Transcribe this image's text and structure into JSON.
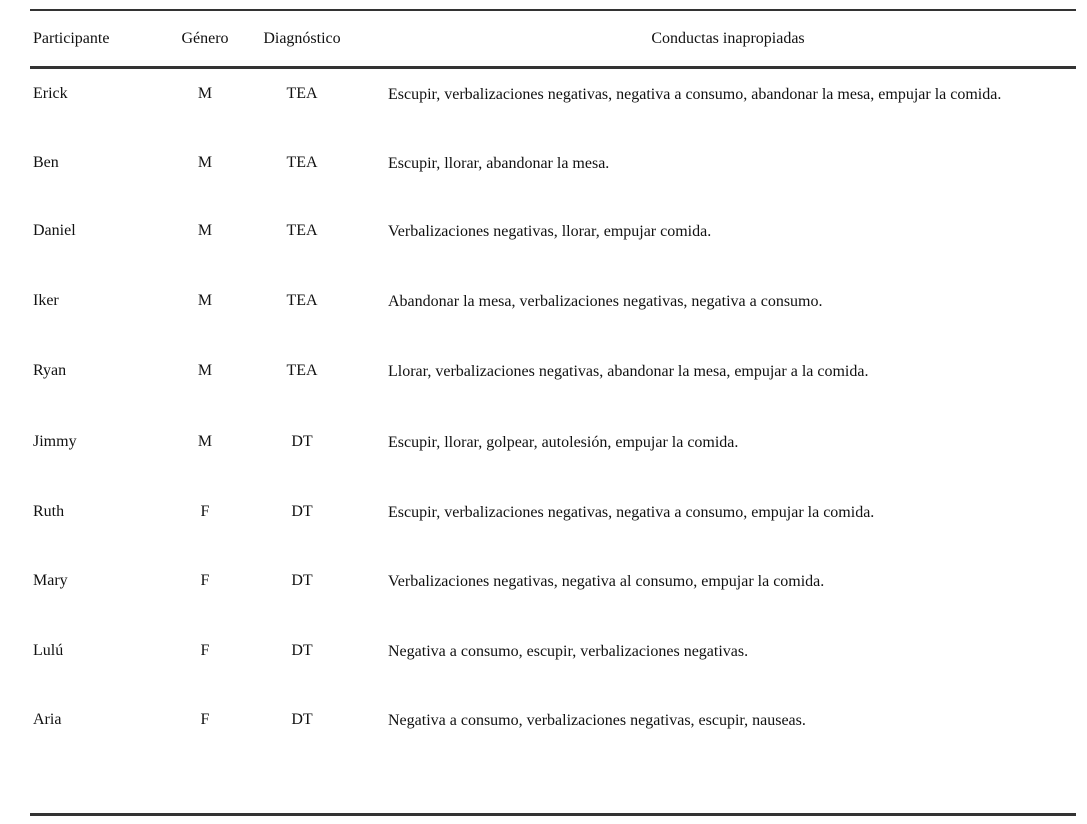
{
  "table": {
    "headers": [
      "Participante",
      "Género",
      "Diagnóstico",
      "Conductas inapropiadas"
    ],
    "rows": [
      [
        "Erick",
        "M",
        "TEA",
        "Escupir, verbalizaciones negativas, negativa a consumo, abandonar la mesa, empujar la comida."
      ],
      [
        "Ben",
        "M",
        "TEA",
        "Escupir, llorar, abandonar la mesa."
      ],
      [
        "Daniel",
        "M",
        "TEA",
        "Verbalizaciones negativas, llorar, empujar comida."
      ],
      [
        "Iker",
        "M",
        "TEA",
        "Abandonar la mesa, verbalizaciones negativas, negativa a consumo."
      ],
      [
        "Ryan",
        "M",
        "TEA",
        "Llorar, verbalizaciones negativas, abandonar la mesa, empujar a la comida."
      ],
      [
        "Jimmy",
        "M",
        "DT",
        "Escupir, llorar, golpear, autolesión, empujar la comida."
      ],
      [
        "Ruth",
        "F",
        "DT",
        "Escupir, verbalizaciones negativas, negativa a consumo, empujar la comida."
      ],
      [
        "Mary",
        "F",
        "DT",
        "Verbalizaciones negativas, negativa al consumo, empujar la comida."
      ],
      [
        "Lulú",
        "F",
        "DT",
        "Negativa a consumo, escupir, verbalizaciones negativas."
      ],
      [
        "Aria",
        "F",
        "DT",
        "Negativa a consumo, verbalizaciones negativas, escupir, nauseas."
      ]
    ]
  }
}
